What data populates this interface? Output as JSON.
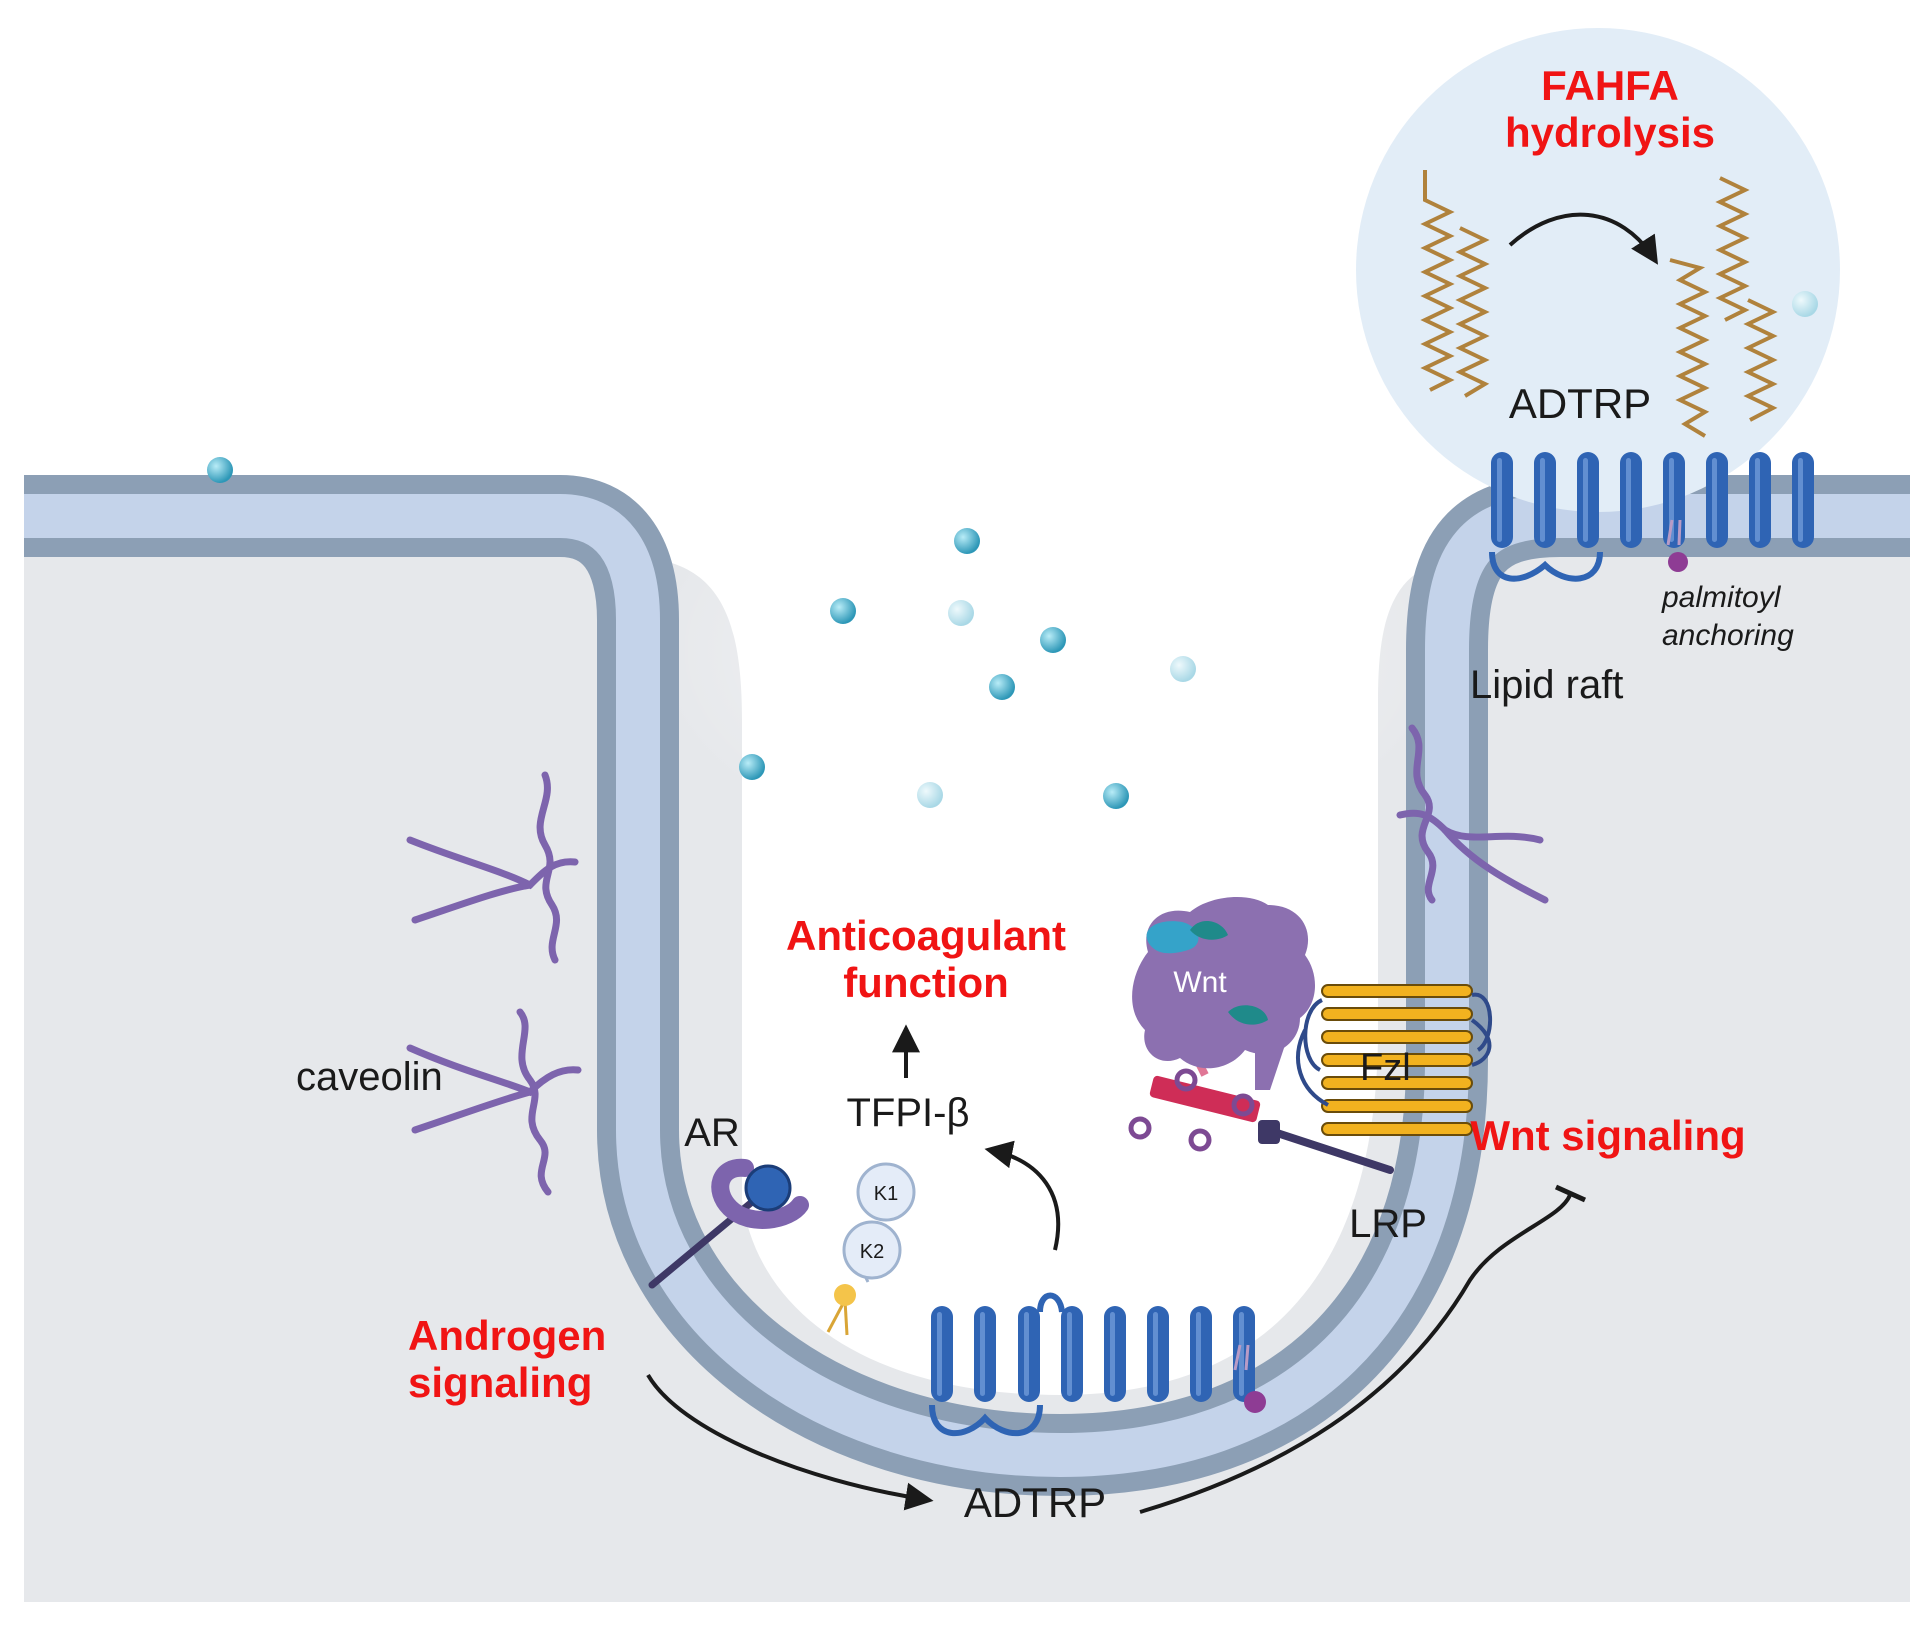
{
  "labels": {
    "fahfa_line1": "FAHFA",
    "fahfa_line2": "hydrolysis",
    "adtrp_top": "ADTRP",
    "palmitoyl_line1": "palmitoyl",
    "palmitoyl_line2": "anchoring",
    "lipid_raft": "Lipid raft",
    "caveolin": "caveolin",
    "anticoag_line1": "Anticoagulant",
    "anticoag_line2": "function",
    "tfpi": "TFPI-β",
    "k1": "K1",
    "k2": "K2",
    "ar": "AR",
    "androgen_line1": "Androgen",
    "androgen_line2": "signaling",
    "adtrp_bottom": "ADTRP",
    "wnt": "Wnt",
    "fzl": "Fzl",
    "lrp": "LRP",
    "wnt_signaling": "Wnt signaling"
  },
  "colors": {
    "background_cell": "#e6e8eb",
    "membrane_outer": "#8c9fb5",
    "membrane_inner": "#c4d3ea",
    "adtrp_protein": "#2f64b4",
    "caveolin": "#7d64ad",
    "lipid_chain": "#b0823c",
    "particle": "#3fa7c4",
    "red_text": "#f01414",
    "fahfa_circle": "#e2edf7",
    "frizzled": "#f2b21f",
    "lrp": "#cf2d57",
    "wnt_protein": "#8c70b0"
  }
}
